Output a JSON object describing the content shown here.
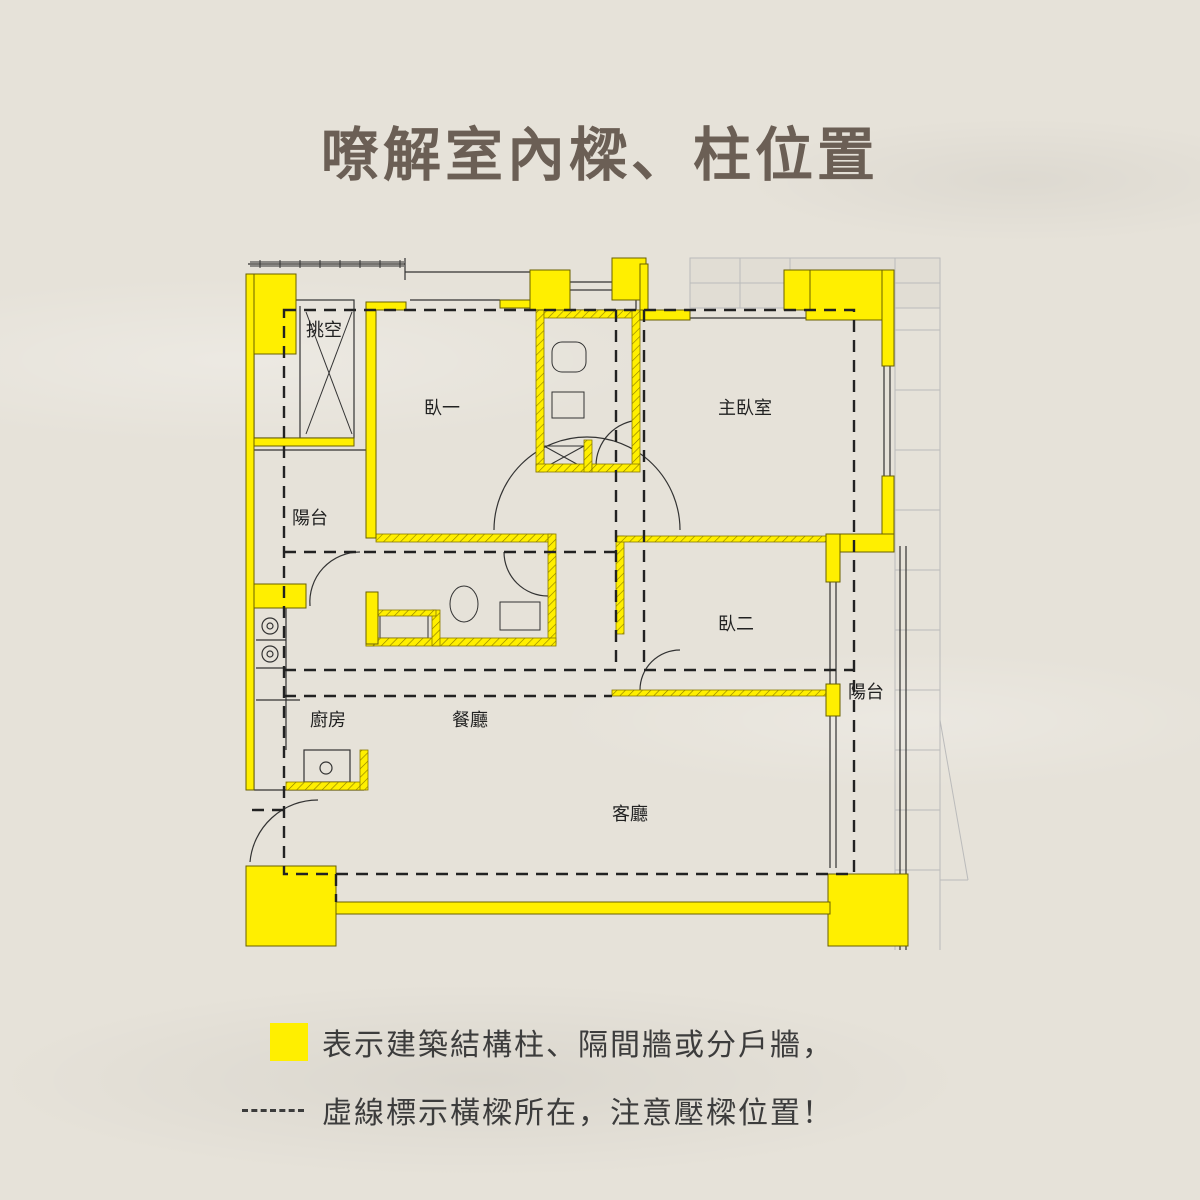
{
  "title": "嘹解室內樑、柱位置",
  "rooms": {
    "void": "挑空",
    "bedroom_1": "臥一",
    "master_bedroom": "主臥室",
    "balcony_left": "陽台",
    "bedroom_2": "臥二",
    "balcony_right": "陽台",
    "kitchen": "廚房",
    "dining": "餐廳",
    "living": "客廳"
  },
  "legend": {
    "column_text": "表示建築結構柱、隔間牆或分戶牆，",
    "beam_text": "虛線標示橫樑所在，注意壓樑位置！"
  },
  "colors": {
    "background": "#e6e2d9",
    "structure_yellow": "#ffef00",
    "title": "#6b5f55",
    "line": "#222222"
  }
}
